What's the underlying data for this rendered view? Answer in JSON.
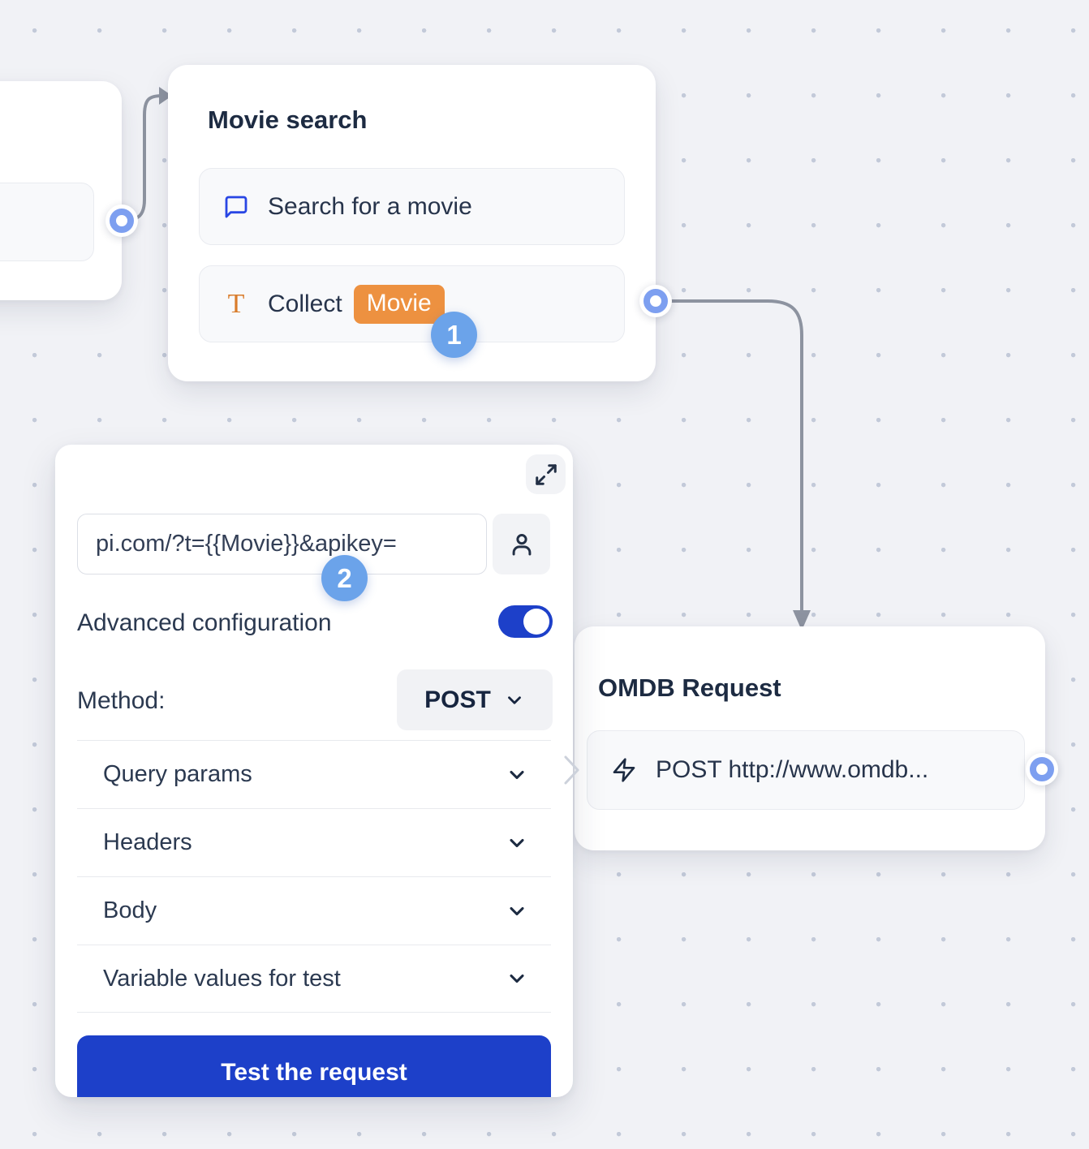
{
  "canvas": {
    "background_color": "#f1f2f6",
    "dot_color": "#c3cad9"
  },
  "colors": {
    "accent_blue": "#1d40c9",
    "port_blue": "#7d9ff0",
    "badge_blue": "#6ba3ea",
    "icon_blue": "#2946e4",
    "tag_orange": "#ed9140",
    "t_icon_orange": "#d97c2b",
    "connector_gray": "#8d93a0",
    "title_navy": "#1d2b42"
  },
  "badges": {
    "step1": "1",
    "step2": "2"
  },
  "movie_search_node": {
    "title": "Movie search",
    "rows": [
      {
        "icon": "chat-bubble-icon",
        "label": "Search for a movie"
      },
      {
        "icon": "text-input-icon",
        "label": "Collect",
        "tag": "Movie"
      }
    ]
  },
  "request_panel": {
    "expand_icon": "expand-icon",
    "url_value": "pi.com/?t={{Movie}}&apikey=",
    "person_icon": "person-icon",
    "advanced_label": "Advanced configuration",
    "advanced_enabled": true,
    "method_label": "Method:",
    "method_value": "POST",
    "sections": [
      {
        "label": "Query params"
      },
      {
        "label": "Headers"
      },
      {
        "label": "Body"
      },
      {
        "label": "Variable values for test"
      }
    ],
    "test_button_label": "Test the request"
  },
  "omdb_node": {
    "title": "OMDB Request",
    "row": {
      "icon": "lightning-icon",
      "label": "POST http://www.omdb..."
    }
  }
}
